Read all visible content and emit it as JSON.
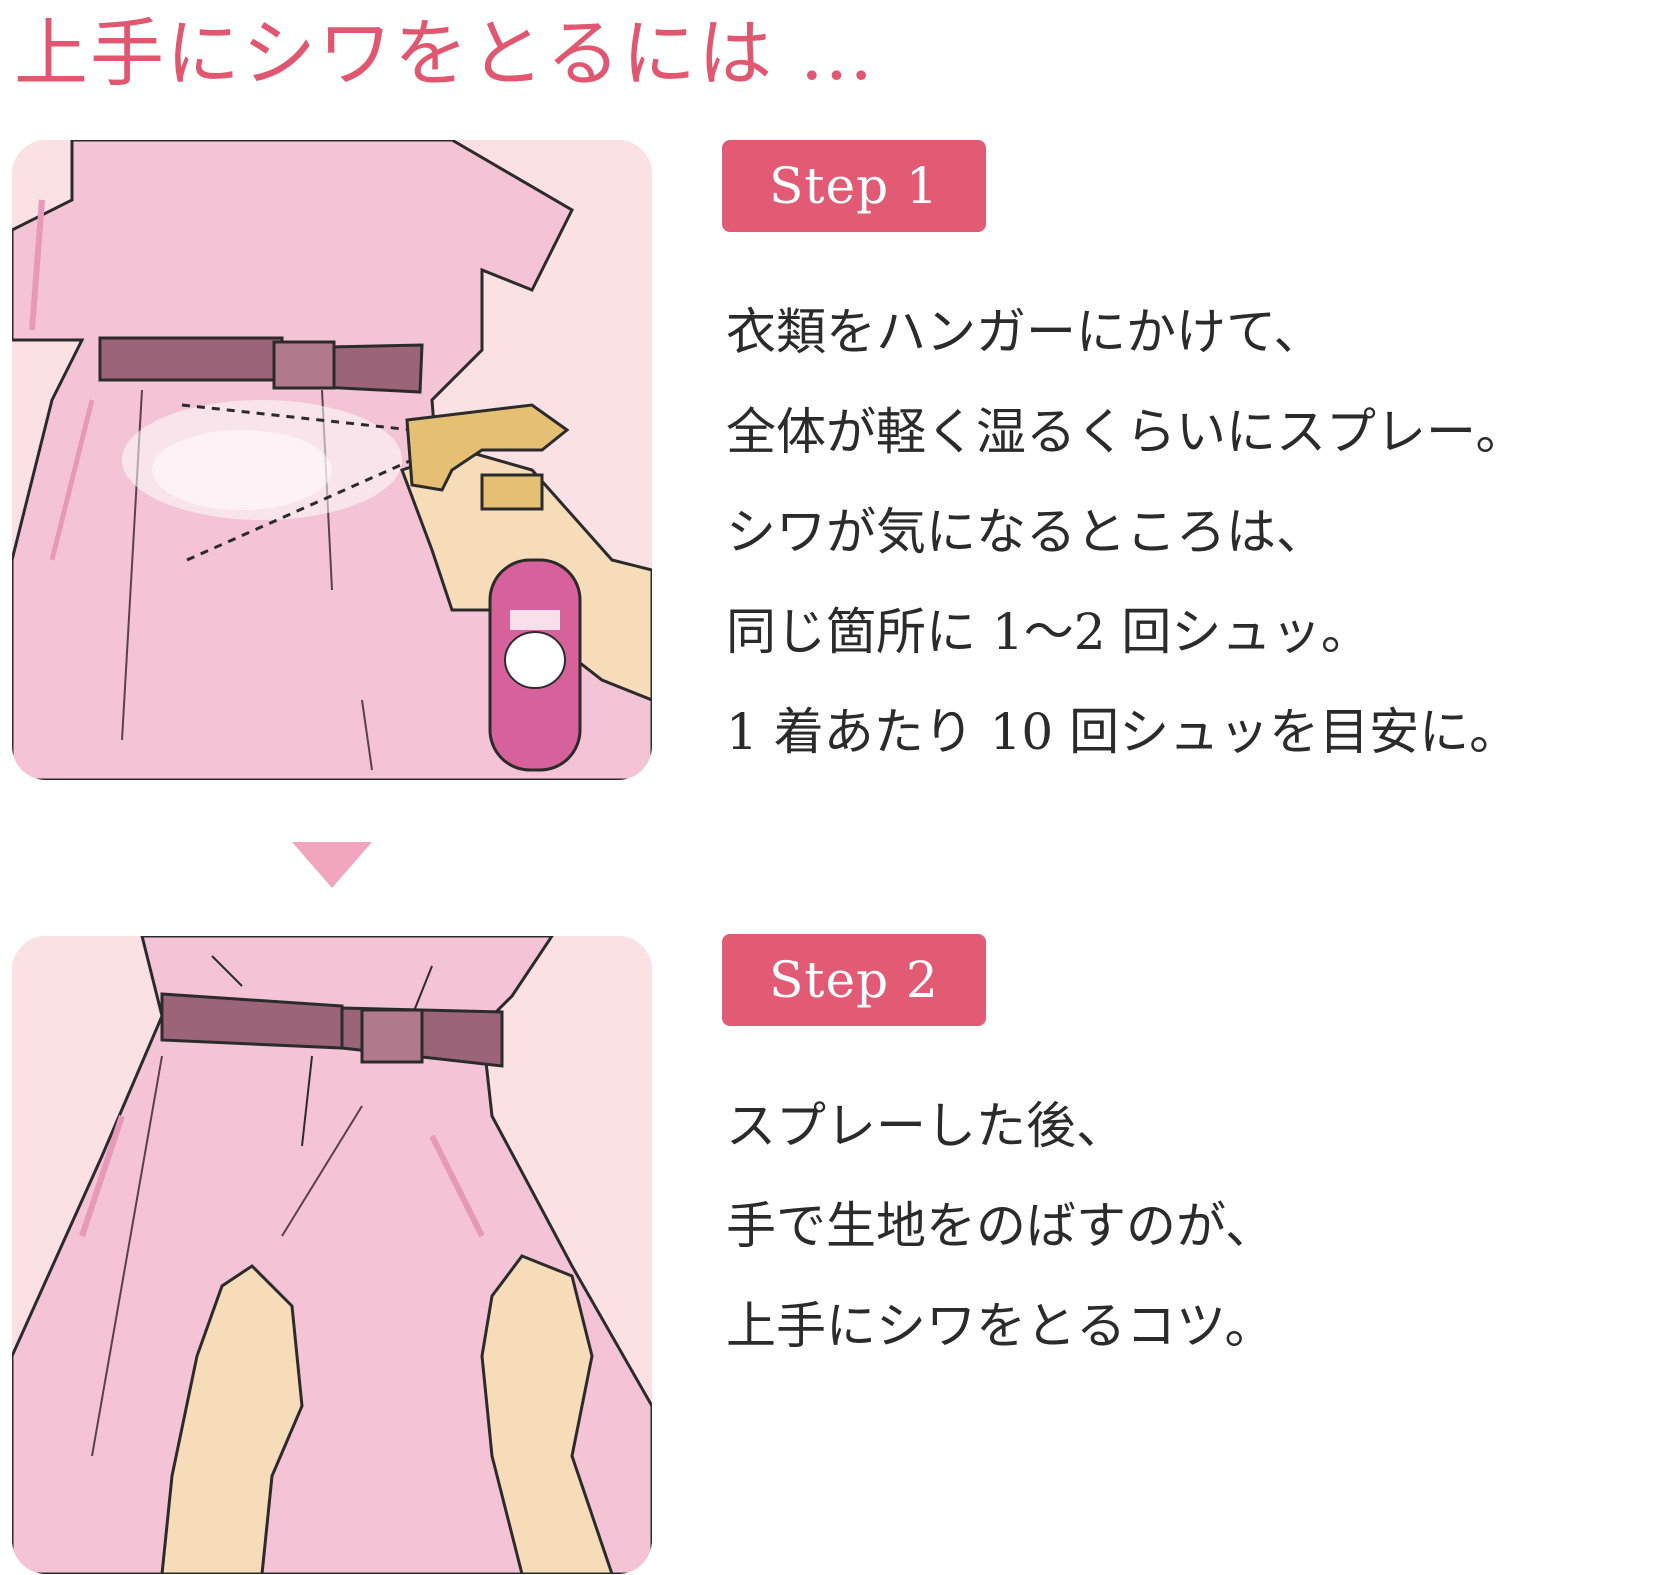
{
  "title": "上手にシワをとるには …",
  "step1": {
    "badge": "Step 1",
    "lines": [
      "衣類をハンガーにかけて、",
      "全体が軽く湿るくらいにスプレー。",
      "シワが気になるところは、",
      "同じ箇所に 1～2 回シュッ。",
      "1 着あたり 10 回シュッを目安に。"
    ]
  },
  "step2": {
    "badge": "Step 2",
    "lines": [
      "スプレーした後、",
      "手で生地をのばすのが、",
      "上手にシワをとるコツ。"
    ]
  },
  "colors": {
    "accent": "#e25a73",
    "title": "#e0576f",
    "arrow": "#f2a6bd",
    "dress": "#f4c4d6",
    "belt": "#9c6478",
    "panel_bg": "#fbe0e4"
  },
  "illustrations": {
    "panel1": "dress-spray-illustration",
    "panel2": "dress-stretch-hands-illustration"
  }
}
